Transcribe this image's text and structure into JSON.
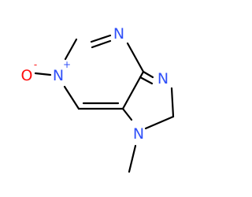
{
  "molecule": {
    "atoms": [
      {
        "id": "o1",
        "element": "O",
        "charge": "-",
        "color": "#ff0d0d"
      },
      {
        "id": "n1",
        "element": "N",
        "charge": "+",
        "color": "#3050f8"
      },
      {
        "id": "n3",
        "element": "N",
        "charge": "",
        "color": "#3050f8"
      },
      {
        "id": "n9",
        "element": "N",
        "charge": "",
        "color": "#3050f8"
      },
      {
        "id": "n7",
        "element": "N",
        "charge": "",
        "color": "#3050f8"
      }
    ],
    "bond_color": "#000000"
  }
}
